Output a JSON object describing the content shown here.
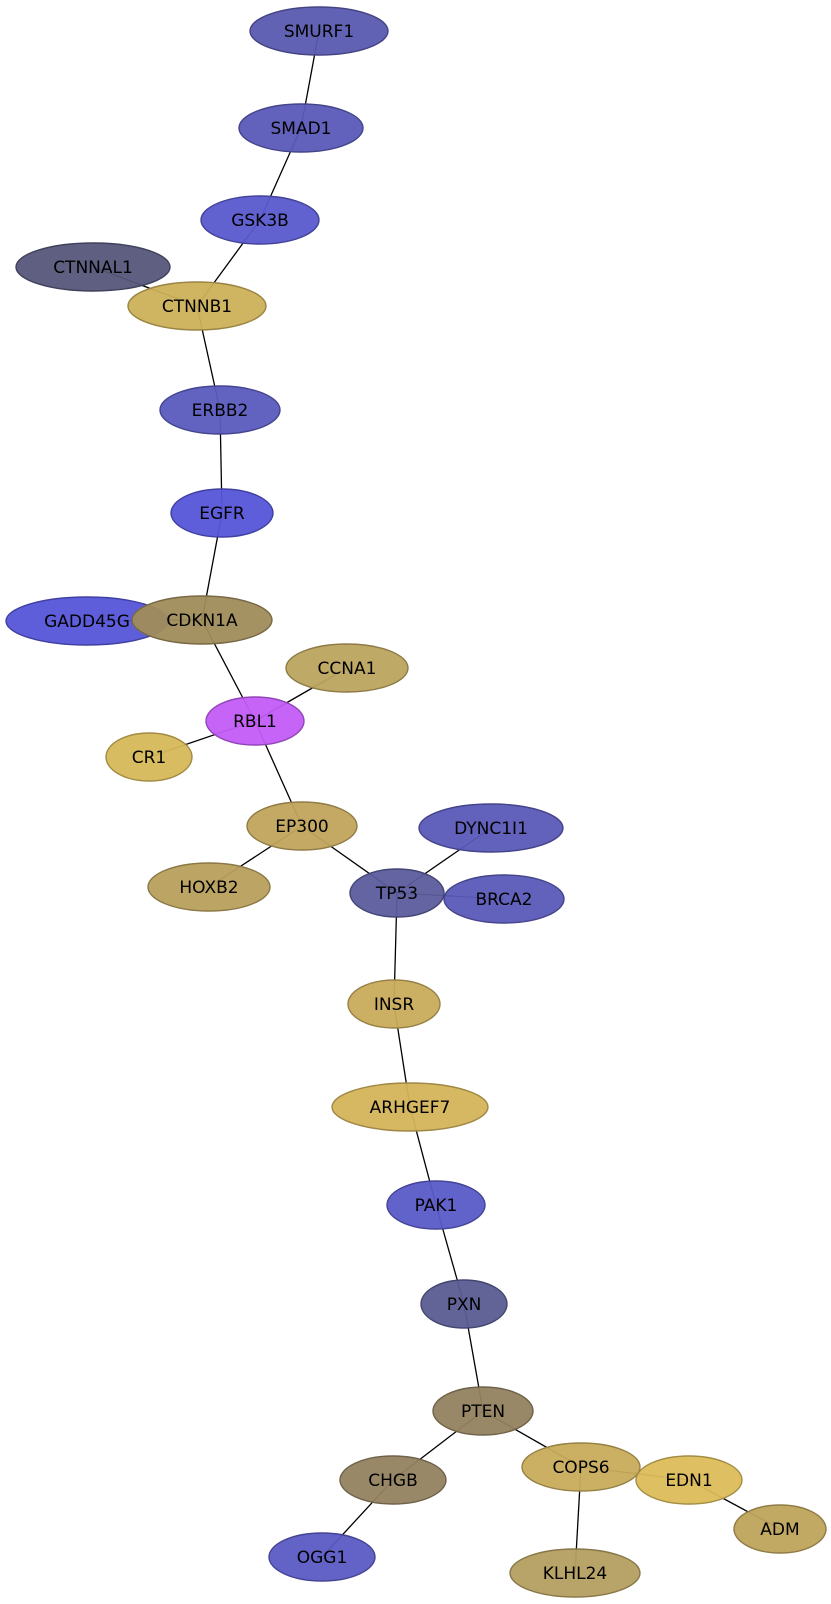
{
  "nodes": [
    {
      "id": "SMURF1",
      "label": "SMURF1",
      "color": "#5a5ab0"
    },
    {
      "id": "SMAD1",
      "label": "SMAD1",
      "color": "#5a5ab8"
    },
    {
      "id": "GSK3B",
      "label": "GSK3B",
      "color": "#5858cc"
    },
    {
      "id": "CTNNAL1",
      "label": "CTNNAL1",
      "color": "#55567a"
    },
    {
      "id": "CTNNB1",
      "label": "CTNNB1",
      "color": "#ccb058"
    },
    {
      "id": "ERBB2",
      "label": "ERBB2",
      "color": "#5a5abe"
    },
    {
      "id": "EGFR",
      "label": "EGFR",
      "color": "#5555d8"
    },
    {
      "id": "GADD45G",
      "label": "GADD45G",
      "color": "#5555d8"
    },
    {
      "id": "CDKN1A",
      "label": "CDKN1A",
      "color": "#a08c5a"
    },
    {
      "id": "CCNA1",
      "label": "CCNA1",
      "color": "#bca45e"
    },
    {
      "id": "RBL1",
      "label": "RBL1",
      "color": "#c25cf6"
    },
    {
      "id": "CR1",
      "label": "CR1",
      "color": "#d6b858"
    },
    {
      "id": "EP300",
      "label": "EP300",
      "color": "#c0a45c"
    },
    {
      "id": "HOXB2",
      "label": "HOXB2",
      "color": "#b8a05c"
    },
    {
      "id": "DYNC1I1",
      "label": "DYNC1I1",
      "color": "#5a5ab8"
    },
    {
      "id": "TP53",
      "label": "TP53",
      "color": "#5b5c9c"
    },
    {
      "id": "BRCA2",
      "label": "BRCA2",
      "color": "#5a5ab8"
    },
    {
      "id": "INSR",
      "label": "INSR",
      "color": "#c8ac5c"
    },
    {
      "id": "ARHGEF7",
      "label": "ARHGEF7",
      "color": "#d4b45a"
    },
    {
      "id": "PAK1",
      "label": "PAK1",
      "color": "#5a5ac8"
    },
    {
      "id": "PXN",
      "label": "PXN",
      "color": "#5a5c92"
    },
    {
      "id": "PTEN",
      "label": "PTEN",
      "color": "#928260"
    },
    {
      "id": "CHGB",
      "label": "CHGB",
      "color": "#928260"
    },
    {
      "id": "COPS6",
      "label": "COPS6",
      "color": "#c8ac5c"
    },
    {
      "id": "EDN1",
      "label": "EDN1",
      "color": "#dcbc5a"
    },
    {
      "id": "ADM",
      "label": "ADM",
      "color": "#bea45c"
    },
    {
      "id": "OGG1",
      "label": "OGG1",
      "color": "#5a5ac4"
    },
    {
      "id": "KLHL24",
      "label": "KLHL24",
      "color": "#b49e60"
    }
  ],
  "edges": [
    [
      "SMURF1",
      "SMAD1"
    ],
    [
      "SMAD1",
      "GSK3B"
    ],
    [
      "GSK3B",
      "CTNNB1"
    ],
    [
      "CTNNAL1",
      "CTNNB1"
    ],
    [
      "CTNNB1",
      "ERBB2"
    ],
    [
      "ERBB2",
      "EGFR"
    ],
    [
      "EGFR",
      "CDKN1A"
    ],
    [
      "GADD45G",
      "CDKN1A"
    ],
    [
      "CDKN1A",
      "RBL1"
    ],
    [
      "CCNA1",
      "RBL1"
    ],
    [
      "CR1",
      "RBL1"
    ],
    [
      "RBL1",
      "EP300"
    ],
    [
      "EP300",
      "HOXB2"
    ],
    [
      "EP300",
      "TP53"
    ],
    [
      "DYNC1I1",
      "TP53"
    ],
    [
      "TP53",
      "BRCA2"
    ],
    [
      "TP53",
      "INSR"
    ],
    [
      "INSR",
      "ARHGEF7"
    ],
    [
      "ARHGEF7",
      "PAK1"
    ],
    [
      "PAK1",
      "PXN"
    ],
    [
      "PXN",
      "PTEN"
    ],
    [
      "PTEN",
      "CHGB"
    ],
    [
      "PTEN",
      "COPS6"
    ],
    [
      "CHGB",
      "OGG1"
    ],
    [
      "COPS6",
      "KLHL24"
    ],
    [
      "COPS6",
      "EDN1"
    ],
    [
      "EDN1",
      "ADM"
    ]
  ]
}
